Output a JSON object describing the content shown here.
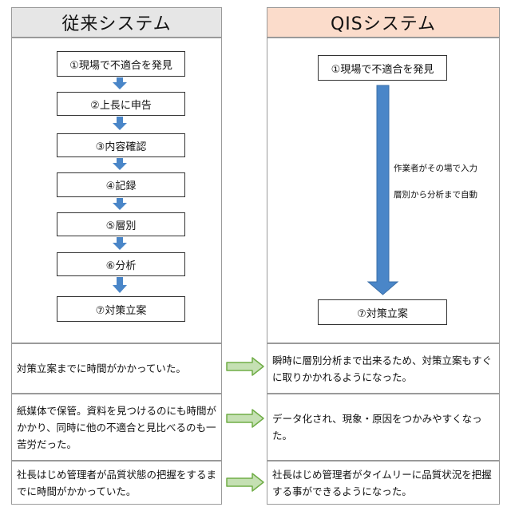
{
  "left_header": "従来システム",
  "right_header": "QISシステム",
  "left_steps": [
    "①現場で不適合を発見",
    "②上長に申告",
    "③内容確認",
    "④記録",
    "⑤層別",
    "⑥分析",
    "⑦対策立案"
  ],
  "right_top_step": "①現場で不適合を発見",
  "right_bottom_step": "⑦対策立案",
  "arrow_note_1": "作業者がその場で入力",
  "arrow_note_2": "層別から分析まで自動",
  "left_notes": [
    "対策立案までに時間がかかっていた。",
    "紙媒体で保管。資料を見つけるのにも時間がかかり、同時に他の不適合と見比べるのも一苦労だった。",
    "社長はじめ管理者が品質状態の把握をするまでに時間がかかっていた。"
  ],
  "right_notes": [
    "瞬時に層別分析まで出来るため、対策立案もすぐに取りかかれるようになった。",
    "データ化され、現象・原因をつかみやすくなった。",
    "社長はじめ管理者がタイムリーに品質状況を把握する事ができるようになった。"
  ],
  "colors": {
    "left_header_bg": "#e6e6e6",
    "right_header_bg": "#fbdccb",
    "blue_arrow": "#4a86c8",
    "green_arrow_fill": "#c5e0b3",
    "green_arrow_stroke": "#70ad47"
  }
}
